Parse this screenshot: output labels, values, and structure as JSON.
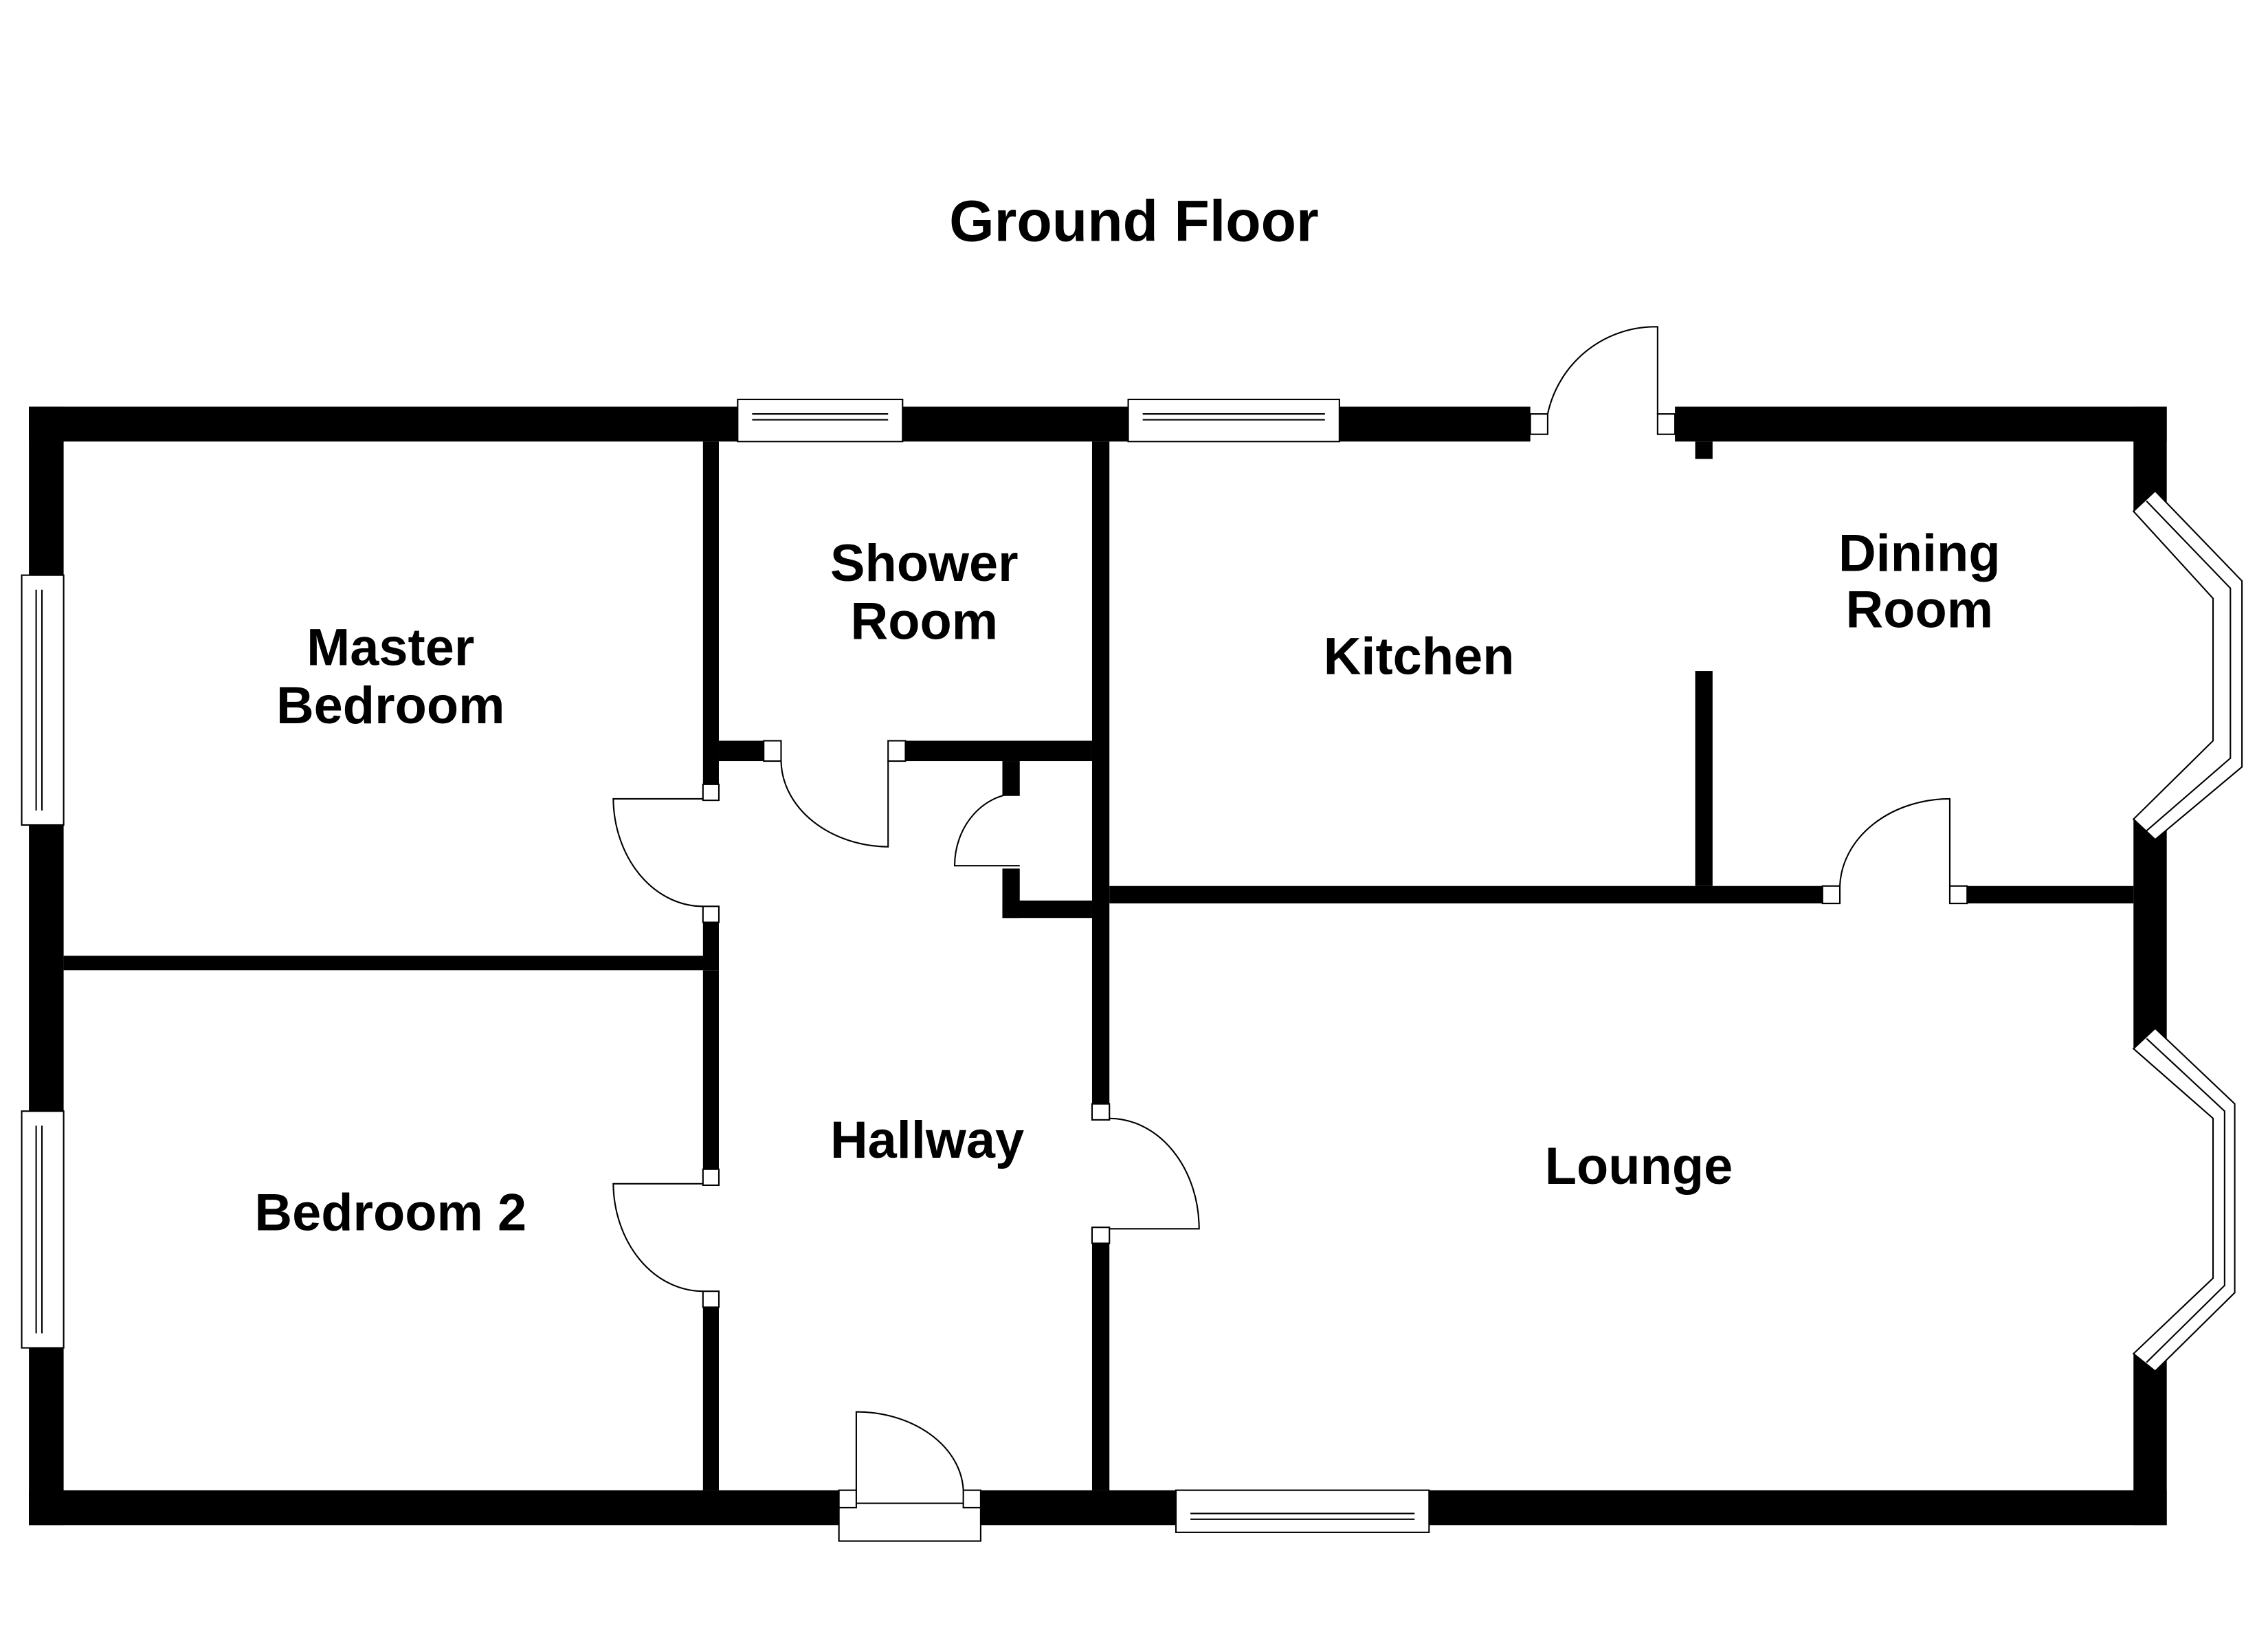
{
  "title": "Ground Floor",
  "rooms": {
    "master_bedroom": [
      "Master",
      "Bedroom"
    ],
    "shower_room": [
      "Shower",
      "Room"
    ],
    "kitchen": "Kitchen",
    "dining_room": [
      "Dining",
      "Room"
    ],
    "hallway": "Hallway",
    "bedroom2": "Bedroom 2",
    "lounge": "Lounge"
  },
  "colors": {
    "wall": "#000000",
    "background": "#ffffff"
  }
}
